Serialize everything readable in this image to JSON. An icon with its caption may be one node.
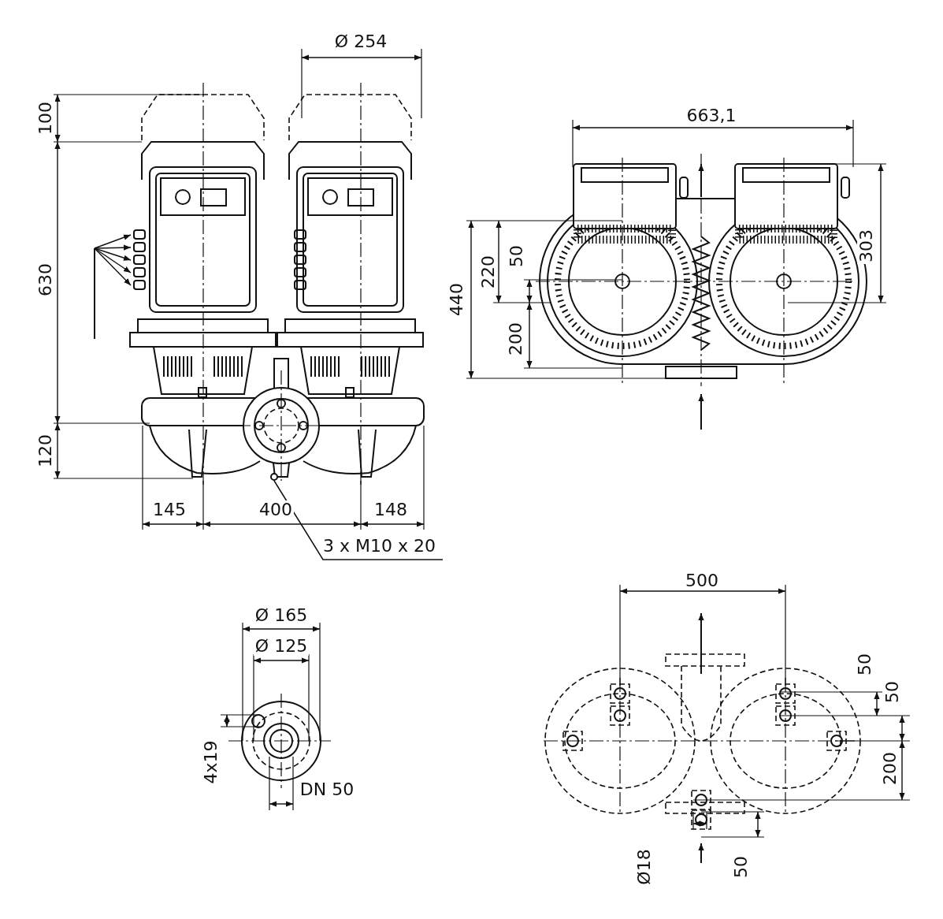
{
  "diagram": {
    "nodes": [
      {
        "text": [
          "3 x M10 x 20"
        ]
      },
      {
        "text": [],
        "shape": "circle"
      }
    ],
    "edges": [
      {
        "from": 0,
        "to": 1,
        "arrow": "none"
      }
    ],
    "labels": [
      "Ø 254",
      "663,1",
      "100",
      "303",
      "220",
      "50",
      "630",
      "440",
      "200",
      "120",
      "145",
      "400",
      "148",
      "500",
      "Ø 165",
      "Ø 125",
      "50",
      "50",
      "4x19",
      "200",
      "DN 50",
      "Ø18",
      "50"
    ]
  }
}
